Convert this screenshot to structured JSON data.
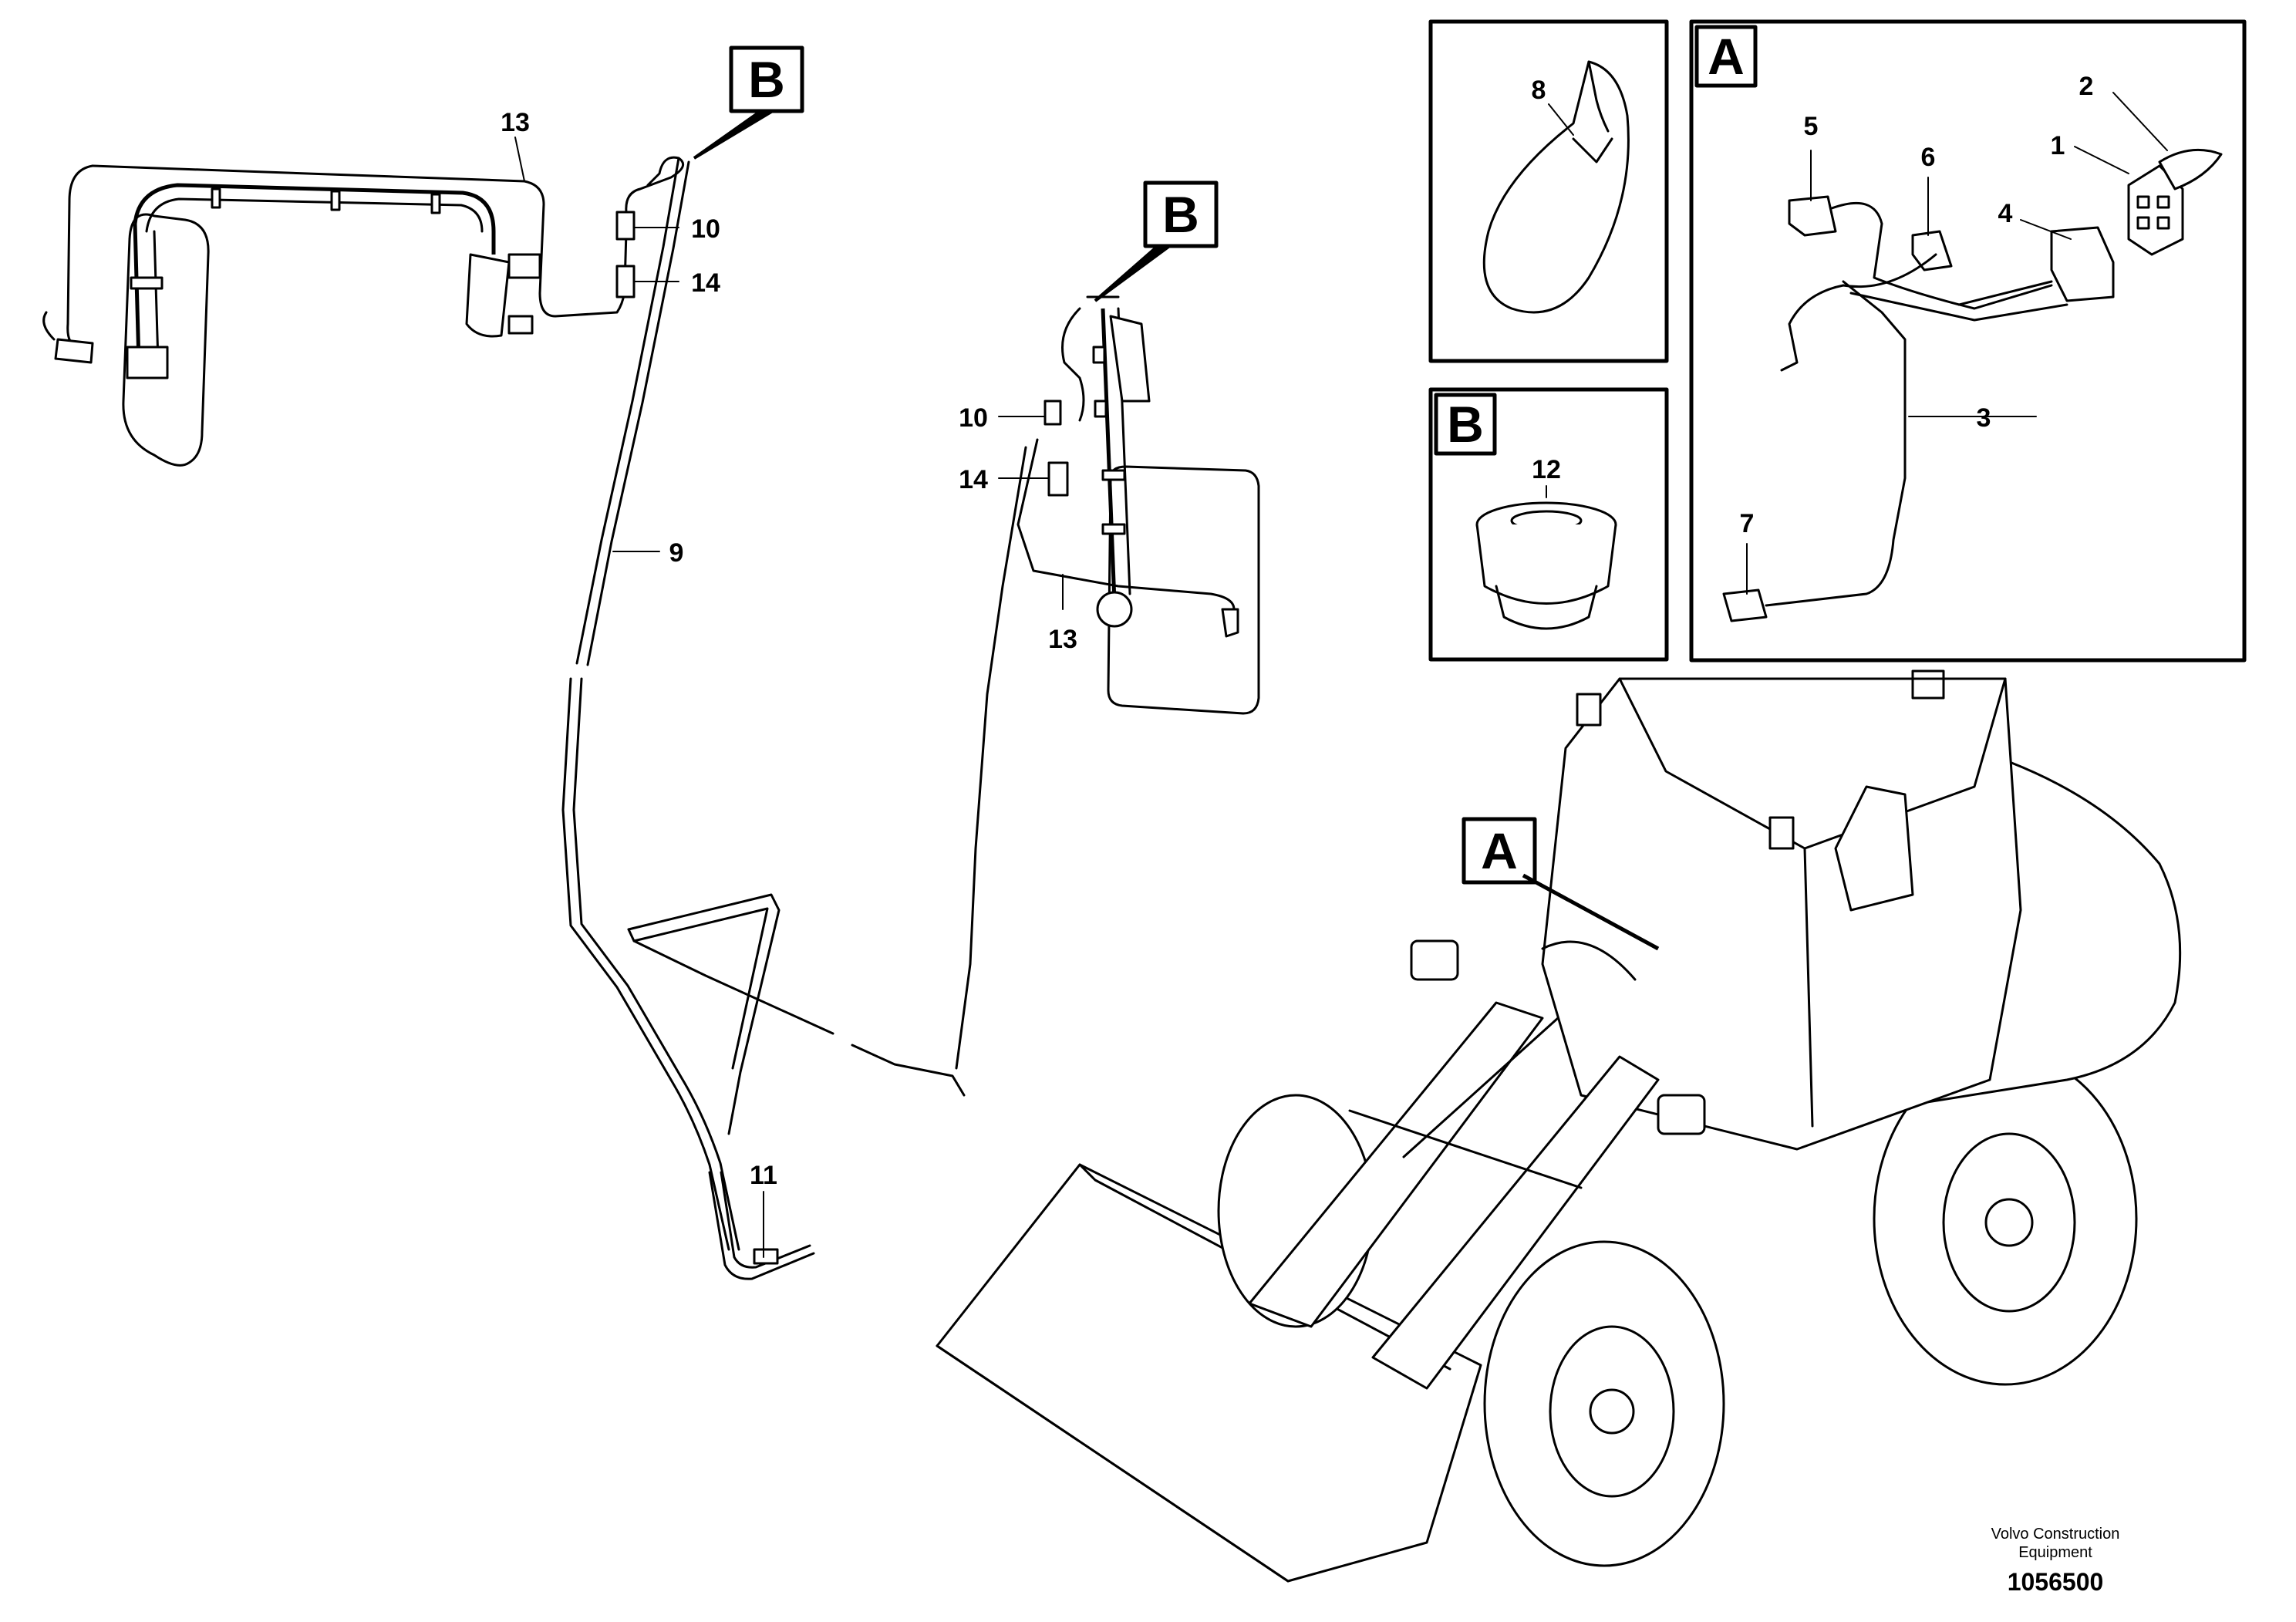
{
  "figure": {
    "credit_line1": "Volvo Construction",
    "credit_line2": "Equipment",
    "document_number": "1056500"
  },
  "callouts": {
    "left_assembly": {
      "n13": "13",
      "n10": "10",
      "n14": "14",
      "n9": "9",
      "n11": "11"
    },
    "right_mirror": {
      "n10": "10",
      "n14": "14",
      "n13": "13"
    },
    "detail_b_box": {
      "letter": "B",
      "n12": "12"
    },
    "detail_a_box": {
      "letter": "A",
      "n1": "1",
      "n2": "2",
      "n3": "3",
      "n4": "4",
      "n5": "5",
      "n6": "6",
      "n7": "7"
    },
    "cable_tie_box": {
      "n8": "8"
    }
  },
  "view_tags": {
    "b_left": "B",
    "b_right": "B",
    "a_machine": "A"
  }
}
